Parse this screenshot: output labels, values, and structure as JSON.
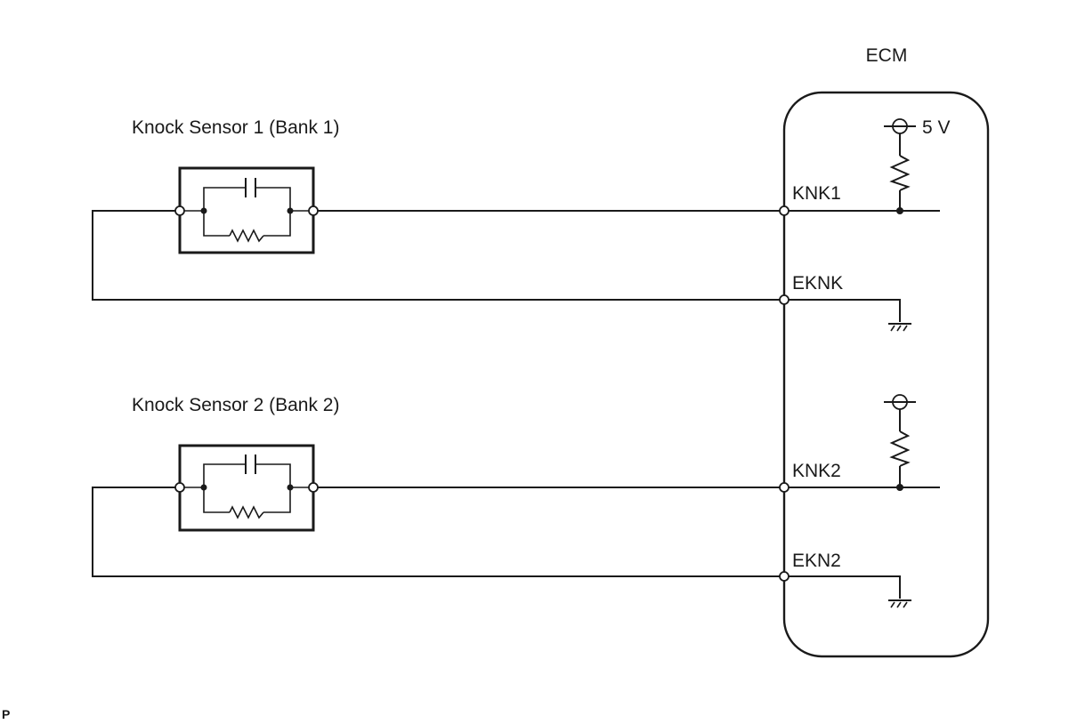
{
  "ecm_label": "ECM",
  "supply_label": "5 V",
  "sensors": [
    {
      "label": "Knock Sensor 1 (Bank 1)",
      "signal_pin": "KNK1",
      "ground_pin": "EKNK"
    },
    {
      "label": "Knock Sensor 2 (Bank 2)",
      "signal_pin": "KNK2",
      "ground_pin": "EKN2"
    }
  ],
  "corner_mark": "P"
}
